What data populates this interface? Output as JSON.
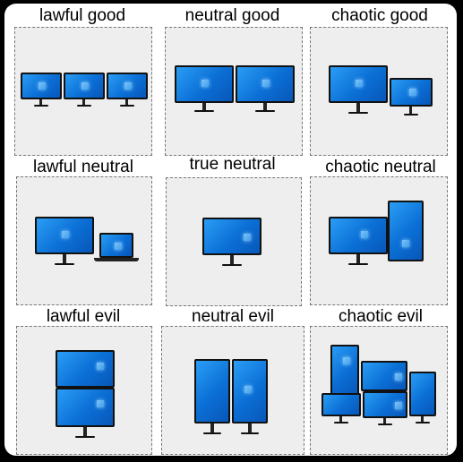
{
  "alignments": [
    {
      "label": "lawful good"
    },
    {
      "label": "neutral good"
    },
    {
      "label": "chaotic good"
    },
    {
      "label": "lawful neutral"
    },
    {
      "label": "true neutral"
    },
    {
      "label": "chaotic neutral"
    },
    {
      "label": "lawful evil"
    },
    {
      "label": "neutral evil"
    },
    {
      "label": "chaotic evil"
    }
  ],
  "colors": {
    "screen": "#0b6fd6",
    "bezel": "#111111",
    "panel": "#eeeeee",
    "background": "#000000"
  }
}
